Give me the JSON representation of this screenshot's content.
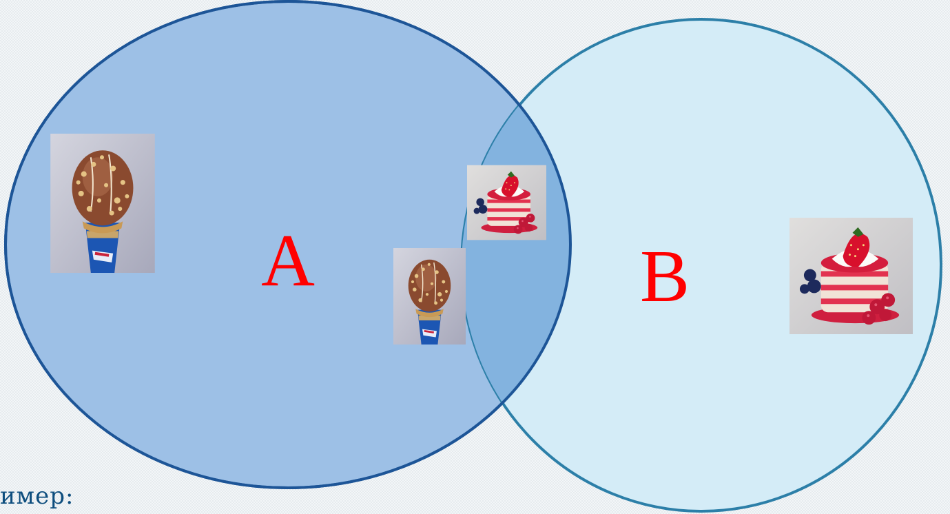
{
  "colors": {
    "set_a_fill": "#9dc0e6",
    "set_a_stroke": "#1d5597",
    "set_b_fill": "#d4ecf7",
    "set_b_stroke": "#2c7fa8",
    "intersection_fill": "#83b3df",
    "label_color": "#ff0000",
    "caption_color": "#0e4e7e"
  },
  "diagram": {
    "set_a": {
      "label": "A"
    },
    "set_b": {
      "label": "B"
    }
  },
  "images": {
    "set_a_only": {
      "icon": "ice-cream-cone-icon"
    },
    "intersection_top": {
      "icon": "strawberry-cake-icon"
    },
    "intersection_bottom": {
      "icon": "ice-cream-cone-icon"
    },
    "set_b_only": {
      "icon": "strawberry-cake-icon"
    }
  },
  "caption": {
    "text": "имер:"
  }
}
